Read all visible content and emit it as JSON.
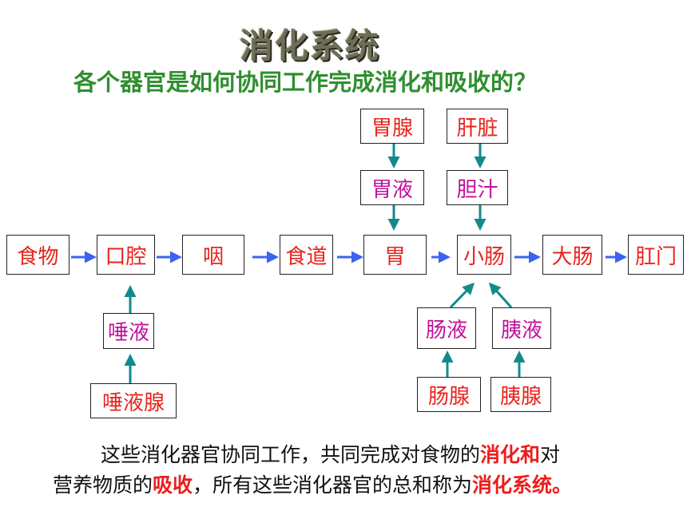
{
  "title": "消化系统",
  "question": "各个器官是如何协同工作完成消化和吸收的？",
  "tract": [
    "食物",
    "口腔",
    "咽",
    "食道",
    "胃",
    "小肠",
    "大肠",
    "肛门"
  ],
  "glands": {
    "stomach_gland": "胃腺",
    "stomach_juice": "胃液",
    "liver": "肝脏",
    "bile": "胆汁",
    "saliva": "唾液",
    "salivary_gland": "唾液腺",
    "intestinal_juice": "肠液",
    "intestinal_gland": "肠腺",
    "pancreatic_juice": "胰液",
    "pancreas": "胰腺"
  },
  "summary": {
    "l1_a": "这些消化器官协同工作，共同完成对食物的",
    "l1_b": "消化",
    "l1_c": "和",
    "l1_d": "对",
    "l2_a": "营养物质的",
    "l2_b": "吸收",
    "l2_c": "，所有这些消化器官的总和称为",
    "l2_d": "消化系统。"
  },
  "colors": {
    "organ": "#e8231c",
    "juice": "#c0109a",
    "flow_arrow": "#3b63f0",
    "secretion_arrow": "#138a8a",
    "question": "#2f8f2f"
  }
}
